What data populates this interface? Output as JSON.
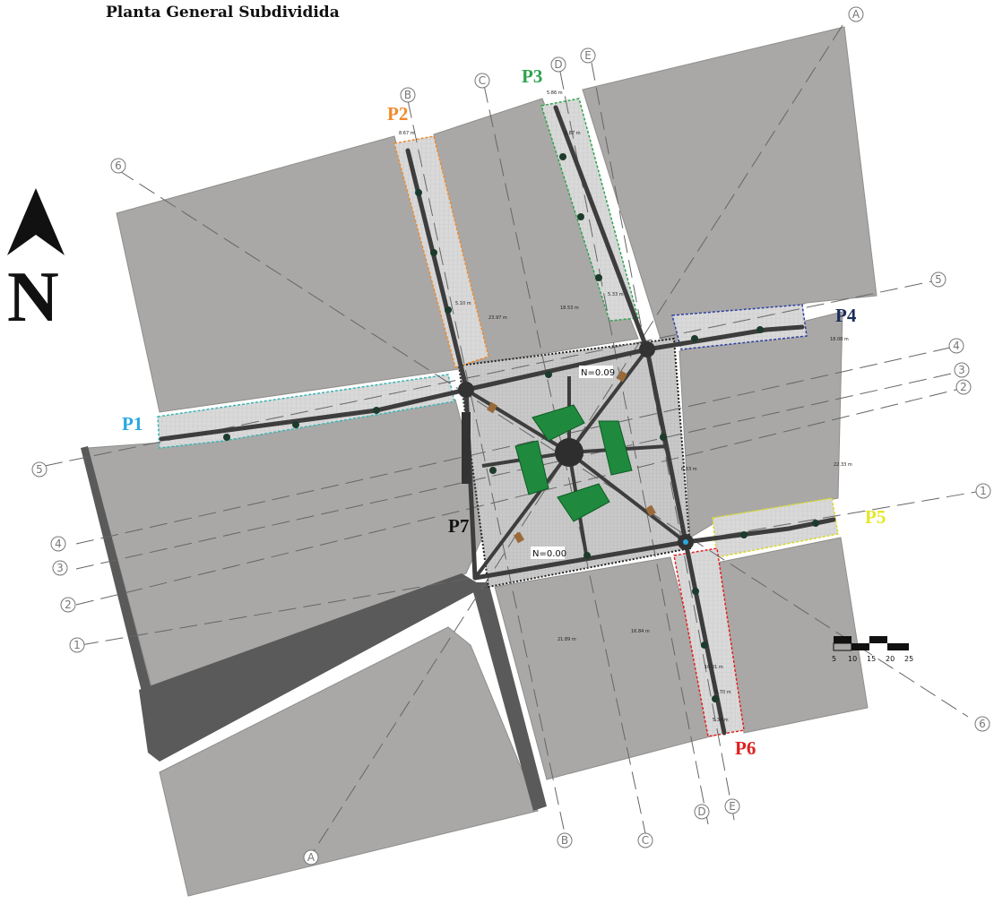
{
  "title": "Planta General Subdividida",
  "north": {
    "letter": "N"
  },
  "zones": [
    {
      "id": "p1",
      "label": "P1",
      "color": "#29a8e0"
    },
    {
      "id": "p2",
      "label": "P2",
      "color": "#f08a2c"
    },
    {
      "id": "p3",
      "label": "P3",
      "color": "#2ea44f"
    },
    {
      "id": "p4",
      "label": "P4",
      "color": "#1a2d5a"
    },
    {
      "id": "p5",
      "label": "P5",
      "color": "#e6e62a"
    },
    {
      "id": "p6",
      "label": "P6",
      "color": "#e02020"
    },
    {
      "id": "p7",
      "label": "P7",
      "color": "#111111"
    }
  ],
  "axes": {
    "a_top": "A",
    "a_bottom": "A",
    "b_top": "B",
    "b_bottom": "B",
    "c_top": "C",
    "c_bottom": "C",
    "d_top": "D",
    "d_bottom": "D",
    "e_top": "E",
    "e_bottom": "E",
    "n1_left": "1",
    "n1_right": "1",
    "n2_left": "2",
    "n2_right": "2",
    "n3_left": "3",
    "n3_right": "3",
    "n4_left": "4",
    "n4_right": "4",
    "n5_left": "5",
    "n5_right": "5",
    "n6_top": "6",
    "n6_bottom": "6"
  },
  "levels": {
    "upper": "N=0.09",
    "lower": "N=0.00"
  },
  "dimensions": {
    "p2_width": "8.67 m",
    "p3_width": "5.86 m",
    "p3_width2": "6.87 m",
    "d1": "23.97 m",
    "d2": "18.53 m",
    "d3": "21.89 m",
    "d4": "16.84 m",
    "d5": "5.10 m",
    "d6": "5.33 m",
    "d7": "6.33 m",
    "d8": "4.70 m",
    "d9": "5.34 m",
    "d10": "22.33 m",
    "d11": "18.08 m",
    "d12": "10.01 m"
  },
  "scale": {
    "labels": [
      "5",
      "10",
      "15",
      "20",
      "25"
    ]
  }
}
